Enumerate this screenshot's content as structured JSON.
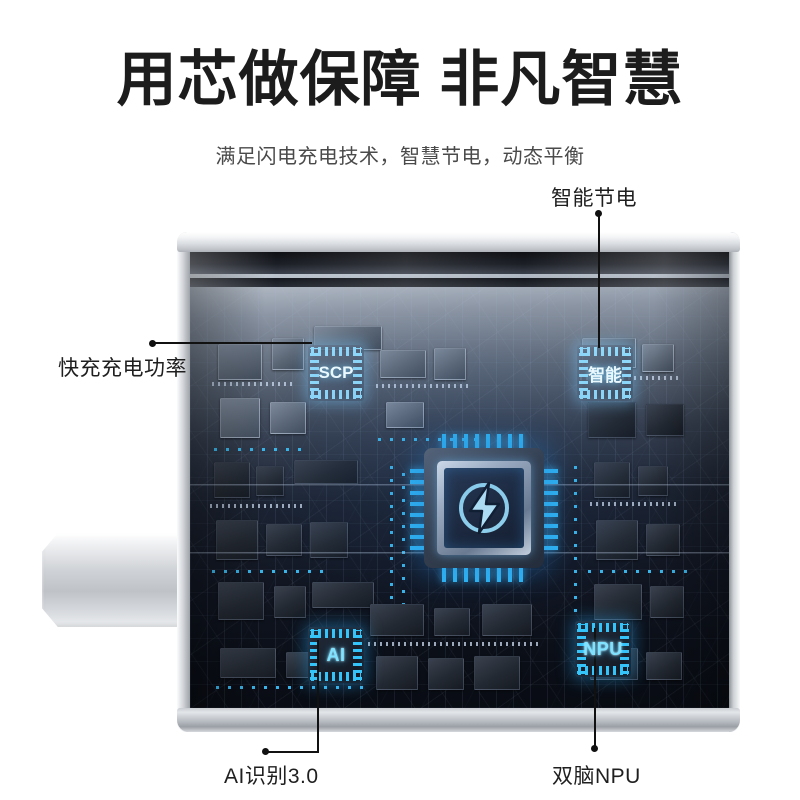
{
  "header": {
    "headline": "用芯做保障 非凡智慧",
    "subheadline": "满足闪电充电技术，智慧节电，动态平衡"
  },
  "product": {
    "name": "charger-adapter",
    "center_chip_icon": "lightning-bolt-in-circle-icon"
  },
  "chips": [
    {
      "id": "scp",
      "badge": "SCP",
      "label": "快充充电功率"
    },
    {
      "id": "smart",
      "badge": "智能",
      "label": "智能节电"
    },
    {
      "id": "ai",
      "badge": "AI",
      "label": "AI识别3.0"
    },
    {
      "id": "npu",
      "badge": "NPU",
      "label": "双脑NPU"
    }
  ],
  "colors": {
    "accent_cyan": "#35c4fa",
    "glow_blue": "#2d8ae1",
    "text_dark": "#1c1c1c",
    "text_sub": "#4a4a4a",
    "body_silver": "#c2c6cb",
    "pcb_dark": "#0b0f18",
    "background": "#ffffff"
  }
}
